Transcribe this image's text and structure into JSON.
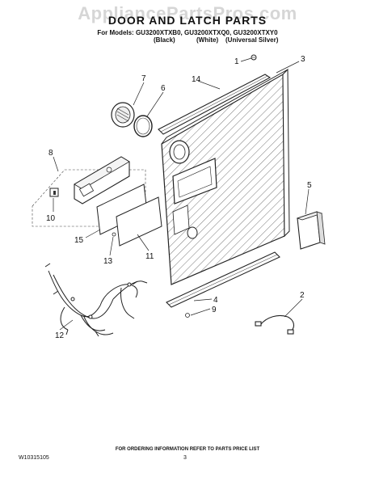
{
  "watermark": "AppliancePartsPros.com",
  "header": {
    "title": "DOOR AND LATCH PARTS",
    "models_line": "For Models: GU3200XTXB0, GU3200XTXQ0, GU3200XTXY0",
    "colors": [
      "(Black)",
      "(White)",
      "(Universal Silver)"
    ]
  },
  "callouts": [
    "1",
    "2",
    "3",
    "4",
    "5",
    "6",
    "7",
    "8",
    "9",
    "10",
    "11",
    "12",
    "13",
    "14",
    "15"
  ],
  "footer": {
    "note": "FOR ORDERING INFORMATION REFER TO PARTS PRICE LIST",
    "doc_number": "W10315105",
    "page_number": "3"
  }
}
